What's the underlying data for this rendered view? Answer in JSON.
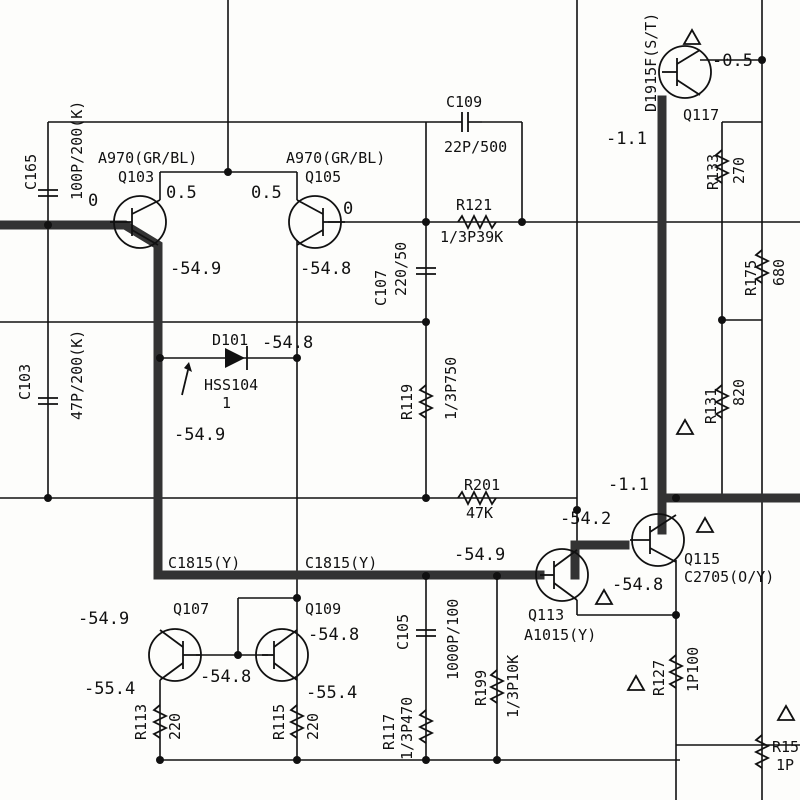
{
  "colors": {
    "ink": "#111111",
    "bus": "#333333",
    "paper": "#fdfdfb"
  },
  "transistors": {
    "q103": {
      "ref": "Q103",
      "type": "A970(GR/BL)"
    },
    "q105": {
      "ref": "Q105",
      "type": "A970(GR/BL)"
    },
    "q107": {
      "ref": "Q107",
      "type": "C1815(Y)"
    },
    "q109": {
      "ref": "Q109",
      "type": "C1815(Y)"
    },
    "q113": {
      "ref": "Q113",
      "type": "A1015(Y)"
    },
    "q115": {
      "ref": "Q115",
      "type": "C2705(O/Y)"
    },
    "q117": {
      "ref": "Q117",
      "type": "D1915F(S/T)"
    }
  },
  "capacitors": {
    "c165": {
      "ref": "C165",
      "value": "100P/200(K)"
    },
    "c103": {
      "ref": "C103",
      "value": "47P/200(K)"
    },
    "c109": {
      "ref": "C109",
      "value": "22P/500"
    },
    "c107": {
      "ref": "C107",
      "value": "220/50"
    },
    "c105": {
      "ref": "C105",
      "value": "1000P/100"
    }
  },
  "resistors": {
    "r121": {
      "ref": "R121",
      "value": "1/3P39K"
    },
    "r119": {
      "ref": "R119",
      "value": "1/3P750"
    },
    "r201": {
      "ref": "R201",
      "value": "47K"
    },
    "r113": {
      "ref": "R113",
      "value": "220"
    },
    "r115": {
      "ref": "R115",
      "value": "220"
    },
    "r117": {
      "ref": "R117",
      "value": "1/3P470"
    },
    "r199": {
      "ref": "R199",
      "value": "1/3P10K"
    },
    "r127": {
      "ref": "R127",
      "value": "1P100"
    },
    "r133": {
      "ref": "R133",
      "value": "270"
    },
    "r175": {
      "ref": "R175",
      "value": "680"
    },
    "r131": {
      "ref": "R131",
      "value": "820"
    },
    "r15x": {
      "ref": "R15",
      "value": "1P"
    }
  },
  "diode": {
    "ref": "D101",
    "type": "HSS104",
    "note": "1"
  },
  "voltages": {
    "q103_base": "0",
    "q103_emitter": "0.5",
    "q105_emitter": "0.5",
    "q105_base": "0",
    "q103_collector": "-54.9",
    "q105_collector": "-54.8",
    "d101_cathode": "-54.8",
    "d101_anode": "-54.9",
    "q107_collector": "-54.9",
    "q109_collector": "-54.8",
    "q107_base": "-54.8",
    "q107_emitter": "-55.4",
    "q109_emitter": "-55.4",
    "q113_base": "-54.9",
    "q113_emitter": "-54.8",
    "q115_base": "-54.2",
    "q115_collector": "-1.1",
    "q117_base": "-1.1",
    "q117_emitter": "-0.5"
  }
}
